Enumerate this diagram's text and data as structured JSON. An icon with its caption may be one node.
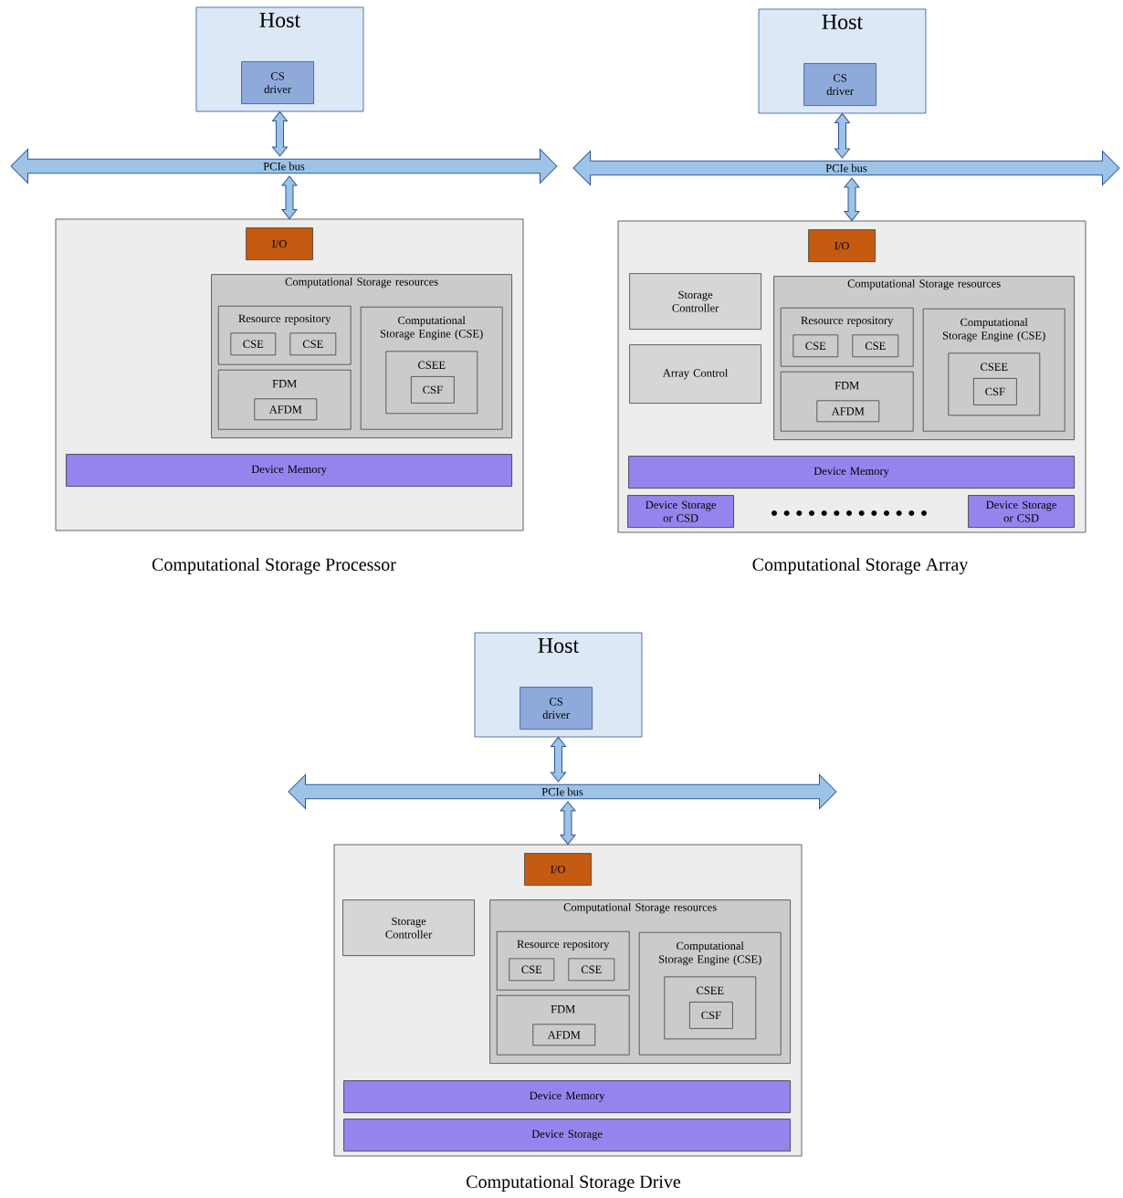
{
  "diagram": {
    "nodes": [
      {
        "text": [
          "Host"
        ]
      },
      {
        "text": [
          "CS driver"
        ],
        "in": 0
      },
      {
        "text": [
          "PCIe bus"
        ]
      },
      {
        "text": [],
        "shape": "box"
      },
      {
        "text": [
          "I/O"
        ],
        "in": 3
      },
      {
        "text": [
          "Computational Storage resources"
        ],
        "in": 3
      },
      {
        "text": [
          "Resource repository"
        ],
        "in": 5
      },
      {
        "text": [
          "CSE"
        ],
        "in": 6
      },
      {
        "text": [
          "CSE"
        ],
        "in": 6
      },
      {
        "text": [
          "FDM"
        ],
        "in": 5
      },
      {
        "text": [
          "AFDM"
        ],
        "in": 9
      },
      {
        "text": [
          "Computational Storage Engine (CSE)"
        ],
        "in": 5
      },
      {
        "text": [
          "CSEE"
        ],
        "in": 11
      },
      {
        "text": [
          "CSF"
        ],
        "in": 12
      },
      {
        "text": [
          "Device Memory"
        ],
        "in": 3
      },
      {
        "text": [
          "Host"
        ]
      },
      {
        "text": [
          "CS driver"
        ],
        "in": 15
      },
      {
        "text": [
          "PCIe bus"
        ]
      },
      {
        "text": [],
        "shape": "box"
      },
      {
        "text": [
          "I/O"
        ],
        "in": 18
      },
      {
        "text": [
          "Storage Controller"
        ],
        "in": 18
      },
      {
        "text": [
          "Array Control"
        ],
        "in": 18
      },
      {
        "text": [
          "Computational Storage resources"
        ],
        "in": 18
      },
      {
        "text": [
          "Resource repository"
        ],
        "in": 22
      },
      {
        "text": [
          "CSE"
        ],
        "in": 23
      },
      {
        "text": [
          "CSE"
        ],
        "in": 23
      },
      {
        "text": [
          "FDM"
        ],
        "in": 22
      },
      {
        "text": [
          "AFDM"
        ],
        "in": 26
      },
      {
        "text": [
          "Computational Storage Engine (CSE)"
        ],
        "in": 22
      },
      {
        "text": [
          "CSEE"
        ],
        "in": 28
      },
      {
        "text": [
          "CSF"
        ],
        "in": 29
      },
      {
        "text": [
          "Device Memory"
        ],
        "in": 18
      },
      {
        "text": [
          "Device Storage or CSD"
        ],
        "in": 18
      },
      {
        "text": [
          "Device Storage or CSD"
        ],
        "in": 18
      },
      {
        "text": [
          "Host"
        ]
      },
      {
        "text": [
          "CS driver"
        ],
        "in": 34
      },
      {
        "text": [
          "PCIe bus"
        ]
      },
      {
        "text": [],
        "shape": "box"
      },
      {
        "text": [
          "I/O"
        ],
        "in": 37
      },
      {
        "text": [
          "Storage Controller"
        ],
        "in": 37
      },
      {
        "text": [
          "Computational Storage resources"
        ],
        "in": 37
      },
      {
        "text": [
          "Resource repository"
        ],
        "in": 40
      },
      {
        "text": [
          "CSE"
        ],
        "in": 41
      },
      {
        "text": [
          "CSE"
        ],
        "in": 41
      },
      {
        "text": [
          "FDM"
        ],
        "in": 40
      },
      {
        "text": [
          "AFDM"
        ],
        "in": 44
      },
      {
        "text": [
          "Computational Storage Engine (CSE)"
        ],
        "in": 40
      },
      {
        "text": [
          "CSEE"
        ],
        "in": 46
      },
      {
        "text": [
          "CSF"
        ],
        "in": 47
      },
      {
        "text": [
          "Device Memory"
        ],
        "in": 37
      },
      {
        "text": [
          "Device Storage"
        ],
        "in": 37
      }
    ],
    "edges": [
      {
        "from": 0,
        "to": 2,
        "arrow": "both"
      },
      {
        "from": 2,
        "to": 3,
        "arrow": "both"
      },
      {
        "from": 15,
        "to": 17,
        "arrow": "both"
      },
      {
        "from": 17,
        "to": 18,
        "arrow": "both"
      },
      {
        "from": 34,
        "to": 36,
        "arrow": "both"
      },
      {
        "from": 36,
        "to": 37,
        "arrow": "both"
      }
    ],
    "labels": [
      "Computational Storage Processor",
      "Computational Storage Array",
      "Computational Storage Drive"
    ]
  }
}
